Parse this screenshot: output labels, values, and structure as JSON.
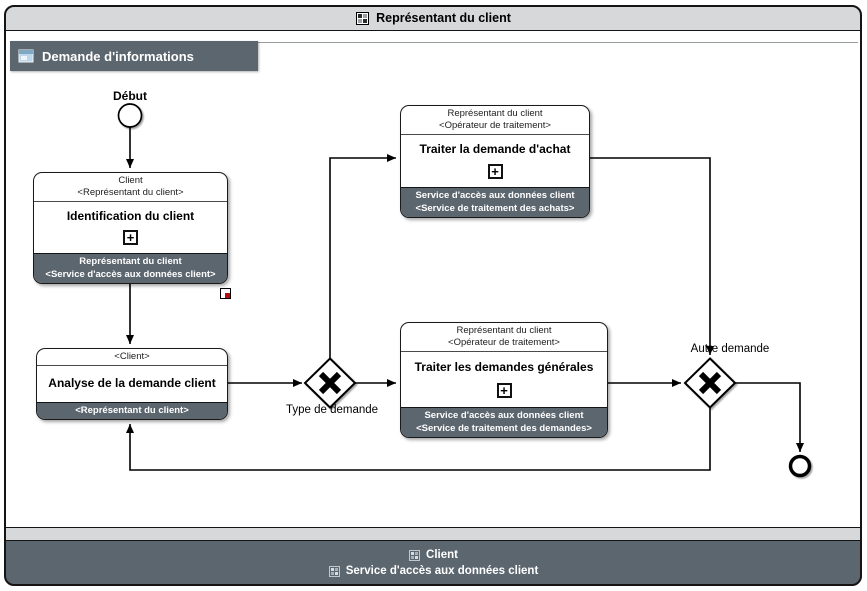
{
  "colors": {
    "band_dark": "#5c666f",
    "band_light": "#d7d8d9",
    "canvas": "#ffffff",
    "line": "#000000",
    "ref_marker_red": "#b01010"
  },
  "top_header": {
    "icon": "collaboration-icon",
    "title": "Représentant du client"
  },
  "pool_tab": {
    "icon": "subprocess-icon",
    "title": "Demande d'informations"
  },
  "events": {
    "start": {
      "label": "Début"
    }
  },
  "gateways": {
    "type_de_demande": {
      "label": "Type de demande",
      "type": "exclusive-xor"
    },
    "autre_demande": {
      "label": "Autre demande",
      "type": "exclusive-xor"
    }
  },
  "tasks": [
    {
      "header_line1": "Client",
      "header_line2": "<Représentant du client>",
      "title": "Identification du client",
      "marker": "collapsed-subprocess-plus",
      "footer_line1": "Représentant du client",
      "footer_line2": "<Service d'accès aux données client>"
    },
    {
      "header_line1": "<Client>",
      "title": "Analyse de la demande client",
      "footer_line1": "<Représentant du client>"
    },
    {
      "header_line1": "Représentant du client",
      "header_line2": "<Opérateur de traitement>",
      "title": "Traiter la demande d'achat",
      "marker": "collapsed-subprocess-plus",
      "footer_line1": "Service d'accès aux données client",
      "footer_line2": "<Service de traitement des achats>"
    },
    {
      "header_line1": "Représentant du client",
      "header_line2": "<Opérateur de traitement>",
      "title": "Traiter les demandes générales",
      "marker": "collapsed-subprocess-plus",
      "footer_line1": "Service d'accès aux données client",
      "footer_line2": "<Service de traitement des demandes>"
    }
  ],
  "lane_footer": {
    "line1": "Client",
    "line2": "Service d'accès aux données client"
  }
}
